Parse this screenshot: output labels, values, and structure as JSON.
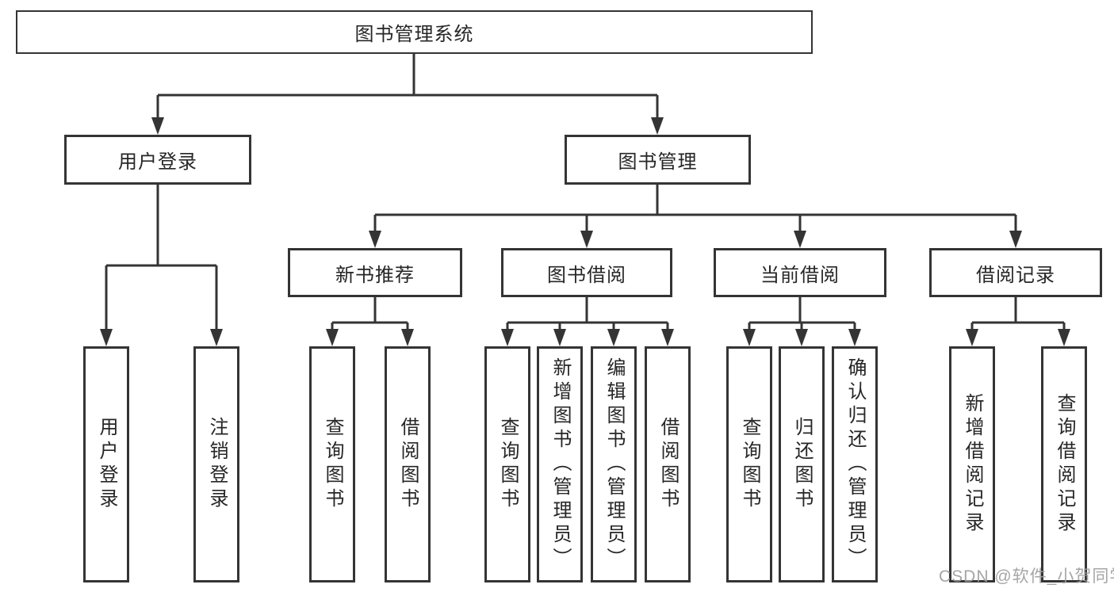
{
  "diagram": {
    "title": "图书管理系统",
    "branches": [
      {
        "label": "用户登录",
        "children": [
          {
            "label": "用户登录"
          },
          {
            "label": "注销登录"
          }
        ]
      },
      {
        "label": "图书管理",
        "children": [
          {
            "label": "新书推荐",
            "children": [
              {
                "label": "查询图书"
              },
              {
                "label": "借阅图书"
              }
            ]
          },
          {
            "label": "图书借阅",
            "children": [
              {
                "label": "查询图书"
              },
              {
                "label": "新增图书（管理员）"
              },
              {
                "label": "编辑图书（管理员）"
              },
              {
                "label": "借阅图书"
              }
            ]
          },
          {
            "label": "当前借阅",
            "children": [
              {
                "label": "查询图书"
              },
              {
                "label": "归还图书"
              },
              {
                "label": "确认归还（管理员）"
              }
            ]
          },
          {
            "label": "借阅记录",
            "children": [
              {
                "label": "新增借阅记录"
              },
              {
                "label": "查询借阅记录"
              }
            ]
          }
        ]
      }
    ]
  },
  "watermark": {
    "text": "CSDN @软件_小贺同学"
  },
  "colors": {
    "line": "#343434",
    "box_border": "#343434",
    "text": "#262626",
    "watermark": "#9e9e9e",
    "background": "#ffffff"
  }
}
